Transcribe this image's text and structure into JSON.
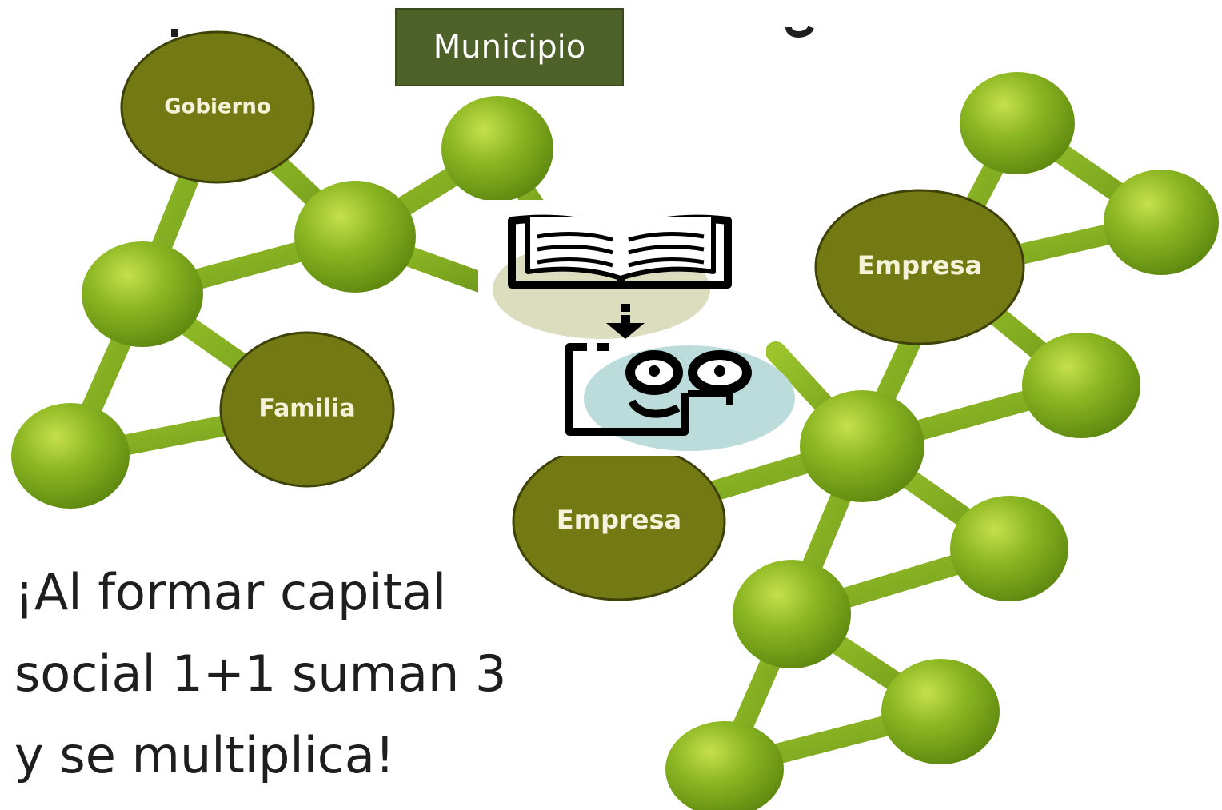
{
  "header_button": {
    "label": "Municipio"
  },
  "nodes": {
    "gobierno": "Gobierno",
    "familia": "Familia",
    "empresa_top": "Empresa",
    "empresa_bottom": "Empresa"
  },
  "tagline": {
    "line1": "¡Al formar capital",
    "line2": "social 1+1 suman 3",
    "line3": "y se multiplica!"
  },
  "clipart": {
    "icon": "book-reader-icon"
  },
  "colors": {
    "node_green": "#7ea51a",
    "edge_green": "#7aa31c",
    "label_node": "#737a14",
    "municipio_box": "#4e6129"
  }
}
